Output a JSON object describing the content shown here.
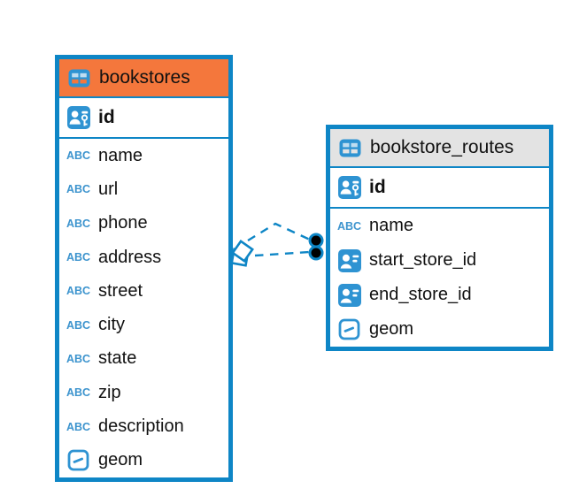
{
  "diagram": {
    "type": "entity-relationship",
    "colors": {
      "accent_blue": "#0E86C6",
      "icon_blue": "#2E93D2",
      "icon_cell_light": "#BFDDF1",
      "orange_header": "#F4773C",
      "gray_header": "#E3E3E3",
      "text": "#111111"
    },
    "tables": [
      {
        "name": "bookstores",
        "header_color": "#F4773C",
        "fields": [
          {
            "name": "id",
            "icon": "primary-key",
            "pk": true
          },
          {
            "name": "name",
            "icon": "text"
          },
          {
            "name": "url",
            "icon": "text"
          },
          {
            "name": "phone",
            "icon": "text"
          },
          {
            "name": "address",
            "icon": "text"
          },
          {
            "name": "street",
            "icon": "text"
          },
          {
            "name": "city",
            "icon": "text"
          },
          {
            "name": "state",
            "icon": "text"
          },
          {
            "name": "zip",
            "icon": "text"
          },
          {
            "name": "description",
            "icon": "text"
          },
          {
            "name": "geom",
            "icon": "geometry"
          }
        ]
      },
      {
        "name": "bookstore_routes",
        "header_color": "#E3E3E3",
        "fields": [
          {
            "name": "id",
            "icon": "primary-key",
            "pk": true
          },
          {
            "name": "name",
            "icon": "text"
          },
          {
            "name": "start_store_id",
            "icon": "foreign-key"
          },
          {
            "name": "end_store_id",
            "icon": "foreign-key"
          },
          {
            "name": "geom",
            "icon": "geometry"
          }
        ]
      }
    ],
    "relationships": [
      {
        "from_table": "bookstore_routes",
        "from_field": "start_store_id",
        "to_table": "bookstores",
        "to_field": "id",
        "style": "dashed"
      },
      {
        "from_table": "bookstore_routes",
        "from_field": "end_store_id",
        "to_table": "bookstores",
        "to_field": "id",
        "style": "dashed"
      }
    ]
  }
}
